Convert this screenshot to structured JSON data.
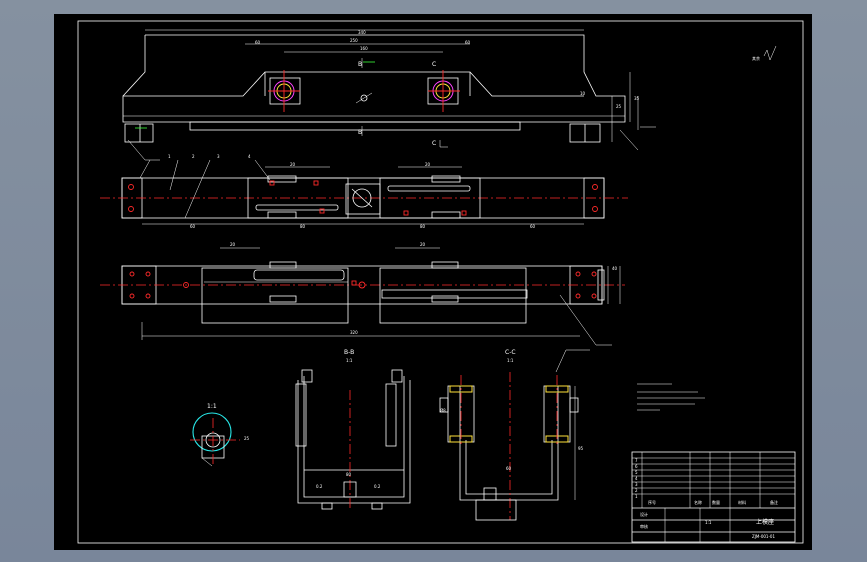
{
  "section_labels": {
    "section_b": "B-B",
    "section_b_scale": "1:1",
    "section_c": "C-C",
    "section_c_scale": "1:1",
    "view_c": "C",
    "view_b_upper": "B",
    "view_c_upper": "C",
    "view_b_lower": "B",
    "detail_scale": "1:1"
  },
  "title_block": {
    "part_name": "上模座",
    "scale": "1:1",
    "drawing_number": "ZJM-001-01",
    "header_no": "序号",
    "header_name": "名称",
    "header_qty": "数量",
    "header_material": "材料",
    "header_remark": "备注",
    "designer_label": "设计",
    "checker_label": "审核"
  }
}
